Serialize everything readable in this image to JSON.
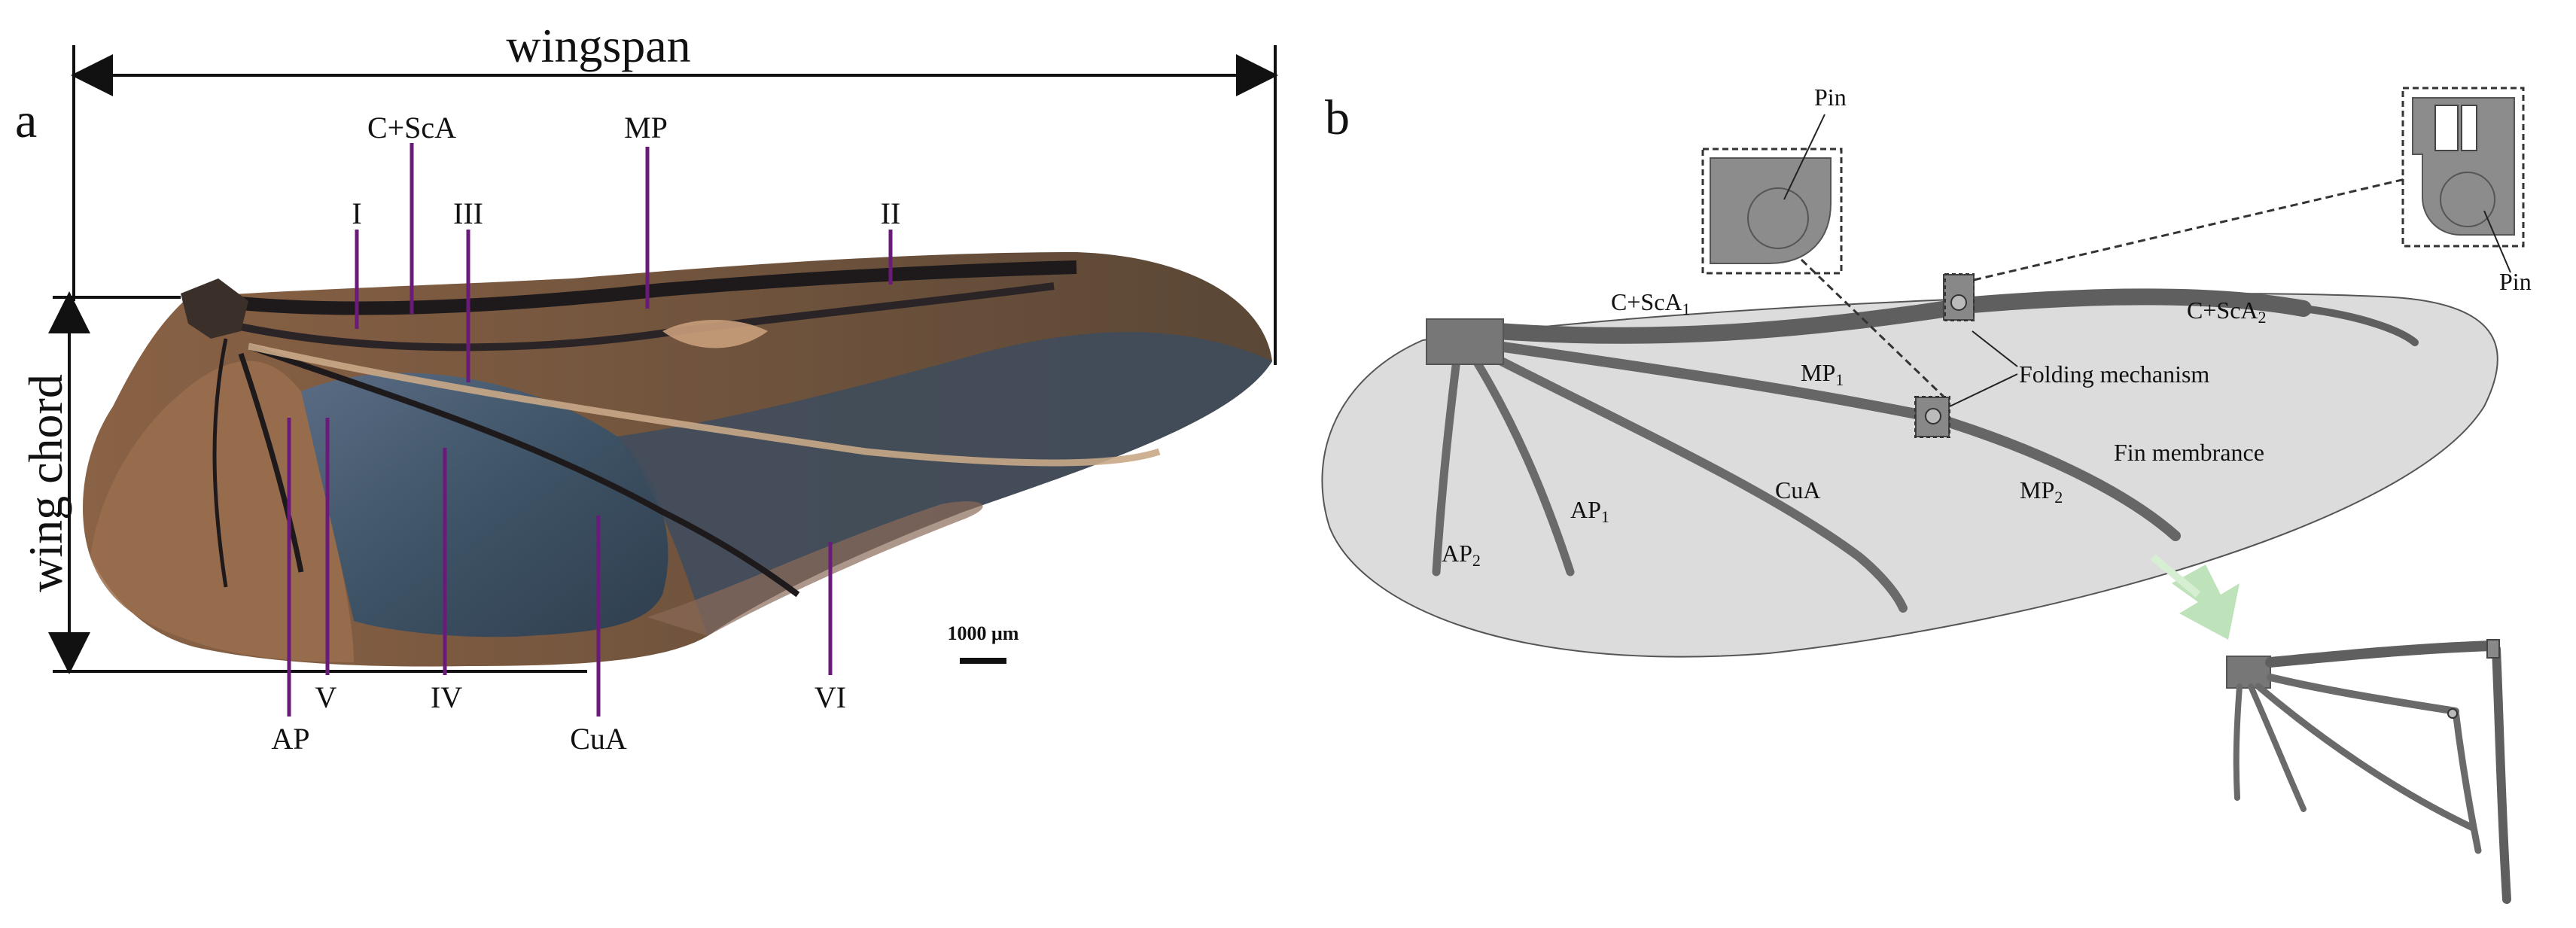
{
  "panel_a": {
    "letter": "a",
    "wingspan_label": "wingspan",
    "wing_chord_label": "wing chord",
    "vein_labels": {
      "c_sca": "C+ScA",
      "mp": "MP",
      "ap": "AP",
      "cua": "CuA"
    },
    "roman_labels": [
      "I",
      "II",
      "III",
      "IV",
      "V",
      "VI"
    ],
    "scale_bar_label": "1000 μm",
    "colors": {
      "marker": "#6a1b7a",
      "wing_dark": "#2d2a2f",
      "wing_brown": "#7b5535",
      "wing_blue": "#3e5366",
      "wing_tan": "#b08a68"
    }
  },
  "panel_b": {
    "letter": "b",
    "labels": {
      "pin_top": "Pin",
      "pin_right": "Pin",
      "c_sca1_main": "C+ScA",
      "c_sca1_sub": "1",
      "c_sca2_main": "C+ScA",
      "c_sca2_sub": "2",
      "mp1_main": "MP",
      "mp1_sub": "1",
      "mp2_main": "MP",
      "mp2_sub": "2",
      "folding_mechanism": "Folding mechanism",
      "fin_membrance": "Fin membrance",
      "cua": "CuA",
      "ap1_main": "AP",
      "ap1_sub": "1",
      "ap2_main": "AP",
      "ap2_sub": "2"
    },
    "colors": {
      "membrane": "#dcdcdc",
      "vein": "#6e6e6e",
      "base_block": "#777777",
      "arrow": "#b7e0b3"
    }
  }
}
